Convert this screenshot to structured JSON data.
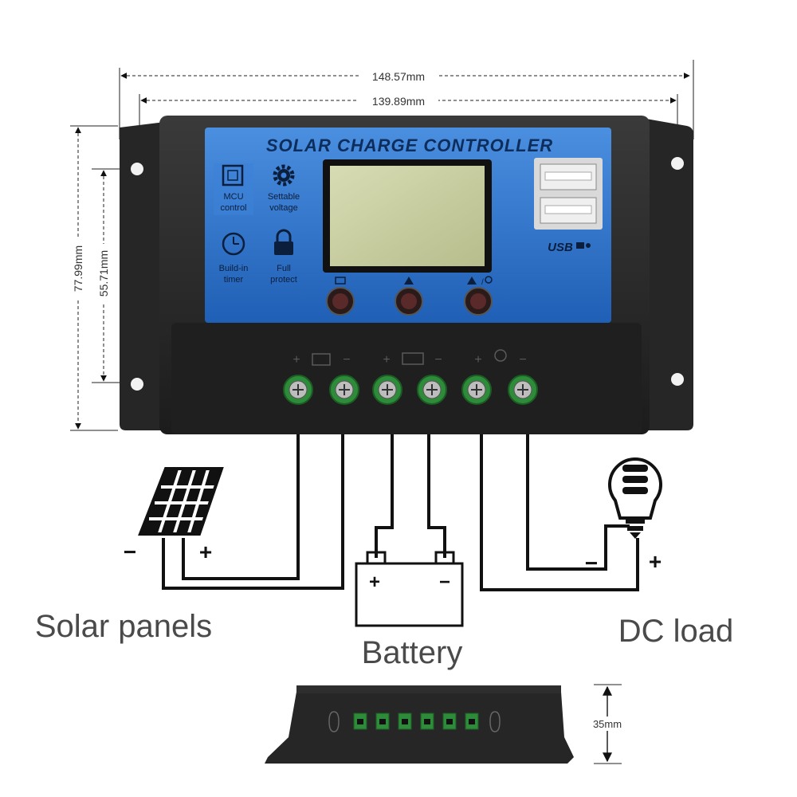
{
  "dimensions": {
    "overall_width": "148.57mm",
    "hole_spacing_width": "139.89mm",
    "overall_height": "77.99mm",
    "hole_spacing_height": "55.71mm",
    "depth": "35mm"
  },
  "controller": {
    "title": "SOLAR CHARGE CONTROLLER",
    "features": [
      {
        "line1": "MCU",
        "line2": "control",
        "icon": "chip-icon"
      },
      {
        "line1": "Settable",
        "line2": "voltage",
        "icon": "gear-icon"
      },
      {
        "line1": "Build-in",
        "line2": "timer",
        "icon": "clock-icon"
      },
      {
        "line1": "Full",
        "line2": "protect",
        "icon": "lock-icon"
      }
    ],
    "usb_label": "USB",
    "buttons": [
      "menu-button",
      "warning-button",
      "load-button"
    ],
    "terminal_signs": [
      "+",
      "−",
      "+",
      "−",
      "+",
      "−"
    ]
  },
  "wiring": {
    "solar_minus": "−",
    "solar_plus": "+",
    "battery_plus": "+",
    "battery_minus": "−",
    "load_minus": "−",
    "load_plus": "+"
  },
  "labels": {
    "solar": "Solar panels",
    "battery": "Battery",
    "load": "DC load"
  },
  "colors": {
    "panel_blue": "#2f73c9",
    "body_dark": "#2b2b2b",
    "terminal_green": "#2e8b3a"
  }
}
